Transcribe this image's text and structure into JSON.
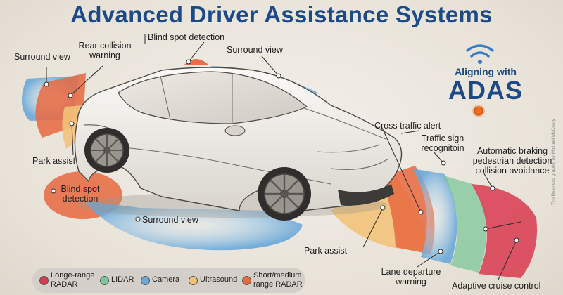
{
  "title": "Advanced Driver Assistance Systems",
  "brand": {
    "line1": "Aligning with",
    "line2": "ADAS"
  },
  "credit": "Tire Business graphic by Michael McCrady",
  "labels": {
    "surround_view_left": "Surround view",
    "rear_collision_warning": "Rear collision\nwarning",
    "blind_spot_detection_top": "Blind spot detection",
    "surround_view_top": "Surround view",
    "cross_traffic_alert": "Cross traffic alert",
    "traffic_sign_recognition": "Traffic sign\nrecognitoin",
    "automatic_braking": "Automatic braking\npedestrian detection\ncollision avoidance",
    "park_assist_left": "Park assist",
    "blind_spot_detection_left": "Blind spot\ndetection",
    "surround_view_bottom": "Surround view",
    "park_assist_bottom": "Park assist",
    "lane_departure_warning": "Lane departure\nwarning",
    "adaptive_cruise_control": "Adaptive cruise control"
  },
  "legend": [
    {
      "label": "Longe-range\nRADAR",
      "color": "#d83a4f"
    },
    {
      "label": "LIDAR",
      "color": "#7cc79a"
    },
    {
      "label": "Camera",
      "color": "#6aa8d8"
    },
    {
      "label": "Ultrasound",
      "color": "#f3c27a"
    },
    {
      "label": "Short/medium\nrange RADAR",
      "color": "#e8683f"
    }
  ],
  "colors": {
    "title": "#1c4a86",
    "long_range_radar": "#d83a4f",
    "lidar": "#7cc79a",
    "camera": "#6aa8d8",
    "ultrasound": "#f3c27a",
    "short_medium_radar": "#e8683f"
  }
}
